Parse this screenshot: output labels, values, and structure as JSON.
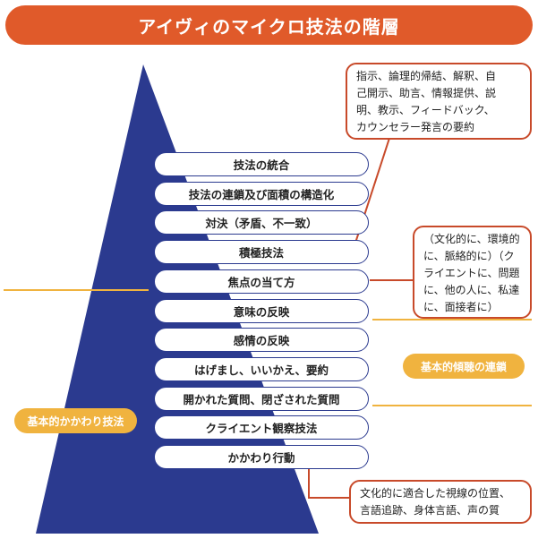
{
  "title": "アイヴィのマイクロ技法の階層",
  "colors": {
    "title_bg": "#e05a2a",
    "pyramid": "#2b3a8f",
    "accent_line": "#f0b33f",
    "callout_border": "#c84a2a"
  },
  "hierarchy": [
    "技法の統合",
    "技法の連鎖及び面積の構造化",
    "対決（矛盾、不一致）",
    "積極技法",
    "焦点の当て方",
    "意味の反映",
    "感情の反映",
    "はげまし、いいかえ、要約",
    "開かれた質問、閉ざされた質問",
    "クライエント観察技法",
    "かかわり行動"
  ],
  "labels": {
    "basic_attending": "基本的かかわり技法",
    "basic_listening": "基本的傾聴の連鎖"
  },
  "callouts": {
    "active": "指示、論理的帰結、解釈、自\n己開示、助言、情報提供、説\n明、教示、フィードバック、\nカウンセラー発言の要約",
    "focus": "（文化的に、環境的\nに、脈絡的に）（ク\nライエントに、問題\nに、他の人に、私達\nに、面接者に）",
    "attending": "文化的に適合した視線の位置、\n言語追跡、身体言語、声の質"
  }
}
